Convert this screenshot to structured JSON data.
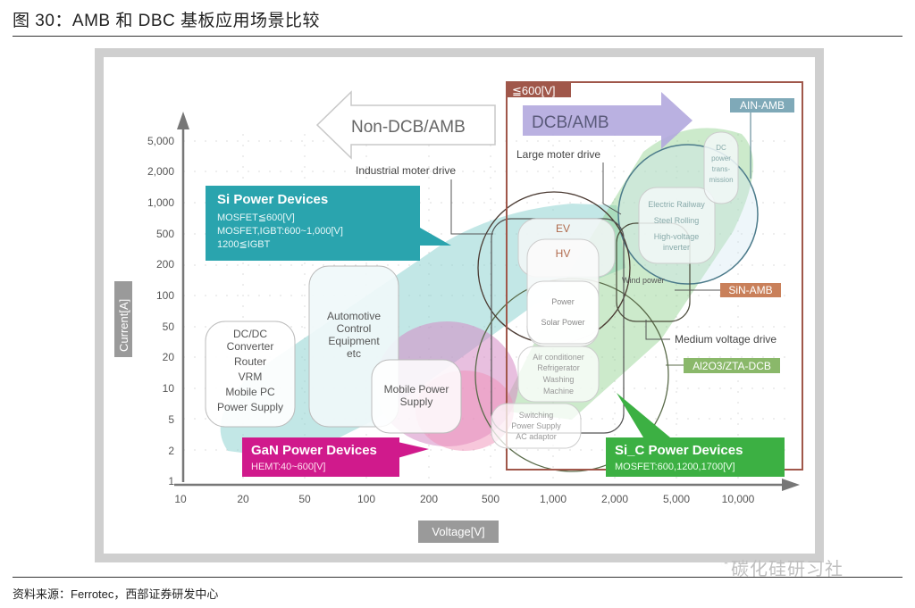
{
  "figure": {
    "title": "图 30：AMB 和 DBC 基板应用场景比较",
    "source": "资料来源：Ferrotec，西部证券研发中心",
    "watermark": "碳化硅研习社",
    "watermark_icon": "wechat-icon"
  },
  "axes": {
    "y_label": "Current[A]",
    "x_label": "Voltage[V]",
    "y_ticks": [
      "5,000",
      "2,000",
      "1,000",
      "500",
      "200",
      "100",
      "50",
      "20",
      "10",
      "5",
      "2",
      "1"
    ],
    "x_ticks": [
      "10",
      "20",
      "50",
      "100",
      "200",
      "500",
      "1,000",
      "2,000",
      "5,000",
      "10,000"
    ]
  },
  "arrows": {
    "non_dcb": "Non-DCB/AMB",
    "dcb": "DCB/AMB"
  },
  "region": {
    "label": "≦600[V]",
    "color": "#a0574a"
  },
  "substrates": [
    {
      "label": "AIN-AMB",
      "color": "#7fa9b8"
    },
    {
      "label": "SiN-AMB",
      "color": "#c9805a"
    },
    {
      "label": "Al2O3/ZTA-DCB",
      "color": "#8ab86a"
    }
  ],
  "callouts": {
    "si": {
      "title": "Si Power Devices",
      "lines": [
        "MOSFET≦600[V]",
        "MOSFET,IGBT:600~1,000[V]",
        "1200≦IGBT"
      ],
      "color": "#2aa4ae"
    },
    "gan": {
      "title": "GaN Power Devices",
      "lines": [
        "HEMT:40~600[V]"
      ],
      "color": "#d01a8c"
    },
    "sic": {
      "title": "Si_C Power Devices",
      "lines": [
        "MOSFET:600,1200,1700[V]"
      ],
      "color": "#3cb043"
    }
  },
  "drive_labels": {
    "industrial": "Industrial moter drive",
    "large": "Large moter drive",
    "medium": "Medium voltage drive",
    "wind": "Wind power"
  },
  "applications": {
    "dcdc": [
      "DC/DC",
      "Converter",
      "Router",
      "VRM",
      "Mobile PC",
      "Power Supply"
    ],
    "automotive": [
      "Automotive",
      "Control",
      "Equipment",
      "etc"
    ],
    "mobile": [
      "Mobile Power",
      "Supply"
    ],
    "ev": "EV",
    "hv": "HV",
    "power": [
      "Power",
      "Solar Power"
    ],
    "appliance": [
      "Air conditioner",
      "Refrigerator",
      "Washing",
      "Machine"
    ],
    "switching": [
      "Switching",
      "Power Supply",
      "AC adaptor"
    ],
    "railway": [
      "Electric Railway",
      "Steel Rolling",
      "High-voltage",
      "inverter"
    ],
    "dc_power": [
      "DC",
      "power",
      "trans-",
      "mission"
    ]
  }
}
